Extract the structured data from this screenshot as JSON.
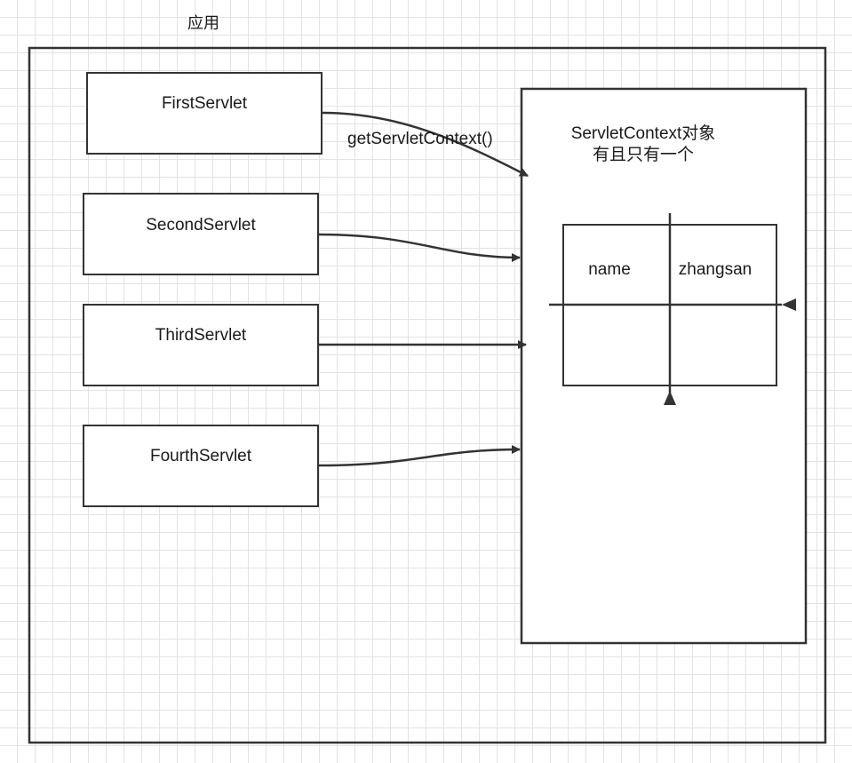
{
  "app_container": {
    "label": "应用"
  },
  "servlets": [
    {
      "label": "FirstServlet"
    },
    {
      "label": "SecondServlet"
    },
    {
      "label": "ThirdServlet"
    },
    {
      "label": "FourthServlet"
    }
  ],
  "method_call": {
    "label": "getServletContext()"
  },
  "servlet_context": {
    "title_line1": "ServletContext对象",
    "title_line2": "有且只有一个",
    "attribute_table": {
      "rows": [
        [
          "name",
          "zhangsan"
        ],
        [
          "",
          ""
        ]
      ]
    }
  },
  "colors": {
    "stroke": "#333333",
    "text": "#1a1a1a",
    "grid": "#e3e3e3"
  }
}
